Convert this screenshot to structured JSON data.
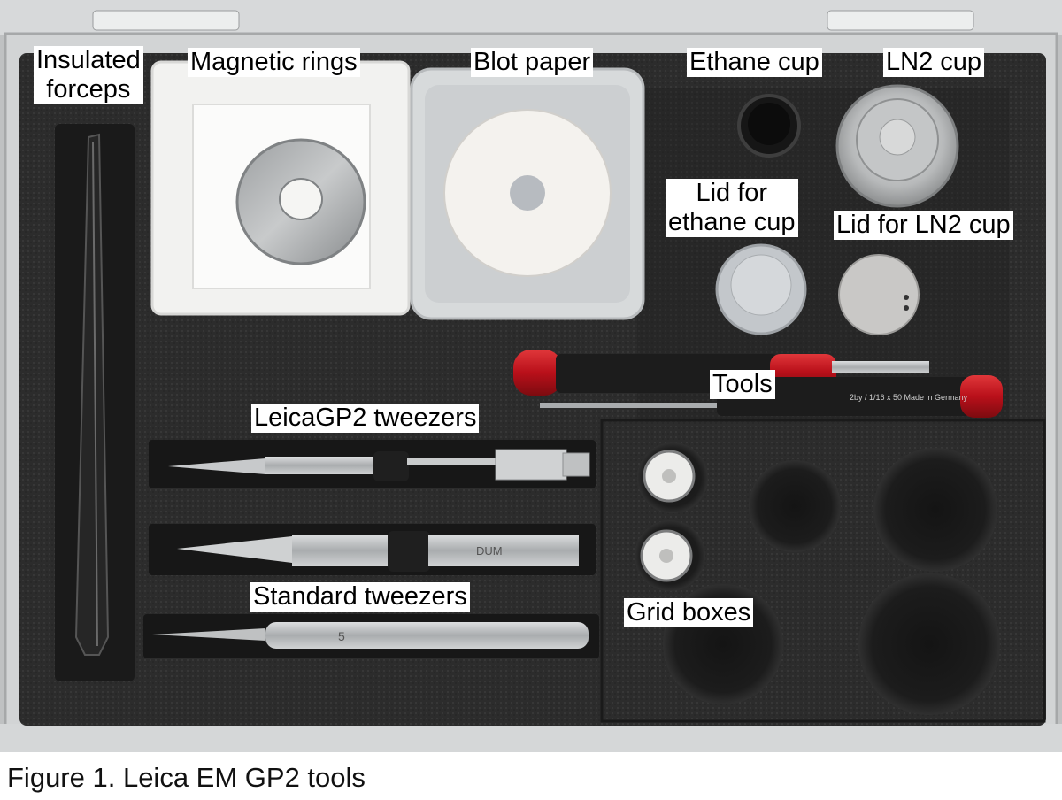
{
  "figure": {
    "caption": "Figure 1. Leica EM GP2 tools"
  },
  "labels": {
    "insulated_forceps_line1": "Insulated",
    "insulated_forceps_line2": "forceps",
    "magnetic_rings": "Magnetic rings",
    "blot_paper": "Blot paper",
    "ethane_cup": "Ethane cup",
    "ln2_cup": "LN2 cup",
    "lid_ethane_line1": "Lid for",
    "lid_ethane_line2": "ethane cup",
    "lid_ln2": "Lid for LN2 cup",
    "tools": "Tools",
    "leica_tweezers": "LeicaGP2 tweezers",
    "standard_tweezers": "Standard tweezers",
    "grid_boxes": "Grid boxes"
  },
  "imprints": {
    "dumont_mark": "DUM",
    "screwdriver_text": "2by / 1/16 x 50 Made in Germany",
    "tweezer_number": "5"
  },
  "colors": {
    "foam": "#2a2a2a",
    "case_frame": "#c9cbcc",
    "handle_red": "#c8141a",
    "steel": "#b9bcbe"
  }
}
